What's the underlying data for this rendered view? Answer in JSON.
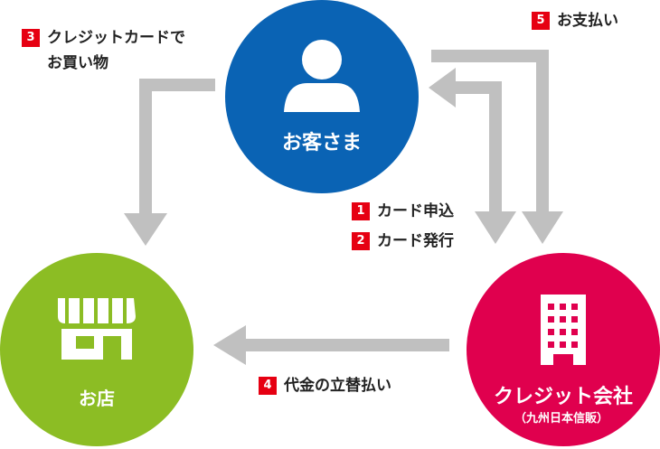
{
  "nodes": {
    "customer": {
      "label": "お客さま",
      "color": "#0a63b4"
    },
    "shop": {
      "label": "お店",
      "color": "#8cbd24"
    },
    "card_company": {
      "label": "クレジット会社",
      "sublabel": "（九州日本信販）",
      "color": "#e0004e"
    }
  },
  "steps": [
    {
      "number": "1",
      "lines": [
        "カード申込"
      ]
    },
    {
      "number": "2",
      "lines": [
        "カード発行"
      ]
    },
    {
      "number": "3",
      "lines": [
        "クレジットカードで",
        "お買い物"
      ]
    },
    {
      "number": "4",
      "lines": [
        "代金の立替払い"
      ]
    },
    {
      "number": "5",
      "lines": [
        "お支払い"
      ]
    }
  ],
  "colors": {
    "arrow": "#c0c0c0",
    "badge": "#e60012",
    "text": "#222222"
  }
}
